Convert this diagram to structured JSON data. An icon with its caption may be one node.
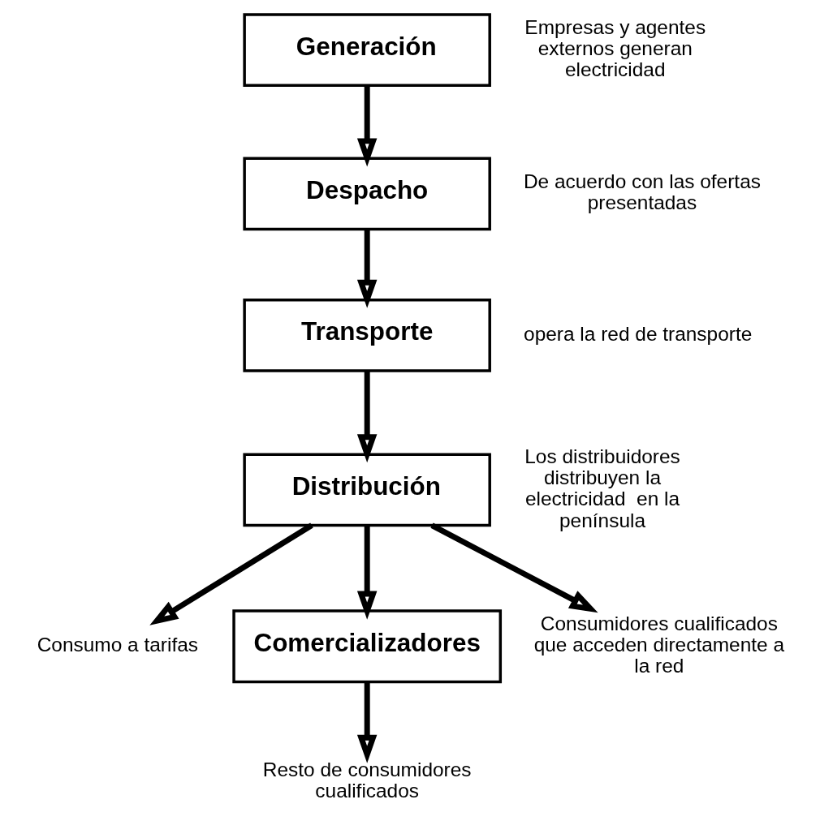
{
  "diagram": {
    "nodes": [
      {
        "text": [
          "Generación"
        ],
        "beside": [
          "Empresas y agentes externos generan electricidad"
        ]
      },
      {
        "text": [
          "Despacho"
        ],
        "beside": [
          "De acuerdo con las ofertas presentadas"
        ]
      },
      {
        "text": [
          "Transporte"
        ],
        "beside": [
          "opera la red de transporte"
        ]
      },
      {
        "text": [
          "Distribución"
        ],
        "beside": [
          "Los distribuidores distribuyen la electricidad  en la península"
        ]
      },
      {
        "text": [
          "Comercializadores"
        ]
      },
      {
        "text": [
          "Consumo a tarifas"
        ]
      },
      {
        "text": [
          "Consumidores cualificados que acceden directamente a la red"
        ]
      },
      {
        "text": [
          "Resto de consumidores cualificados"
        ]
      }
    ],
    "edges": [
      {
        "from": 0,
        "to": 1,
        "arrow": "to"
      },
      {
        "from": 1,
        "to": 2,
        "arrow": "to"
      },
      {
        "from": 2,
        "to": 3,
        "arrow": "to"
      },
      {
        "from": 3,
        "to": 5,
        "arrow": "to"
      },
      {
        "from": 3,
        "to": 4,
        "arrow": "to"
      },
      {
        "from": 3,
        "to": 6,
        "arrow": "to"
      },
      {
        "from": 4,
        "to": 7,
        "arrow": "to"
      }
    ]
  }
}
